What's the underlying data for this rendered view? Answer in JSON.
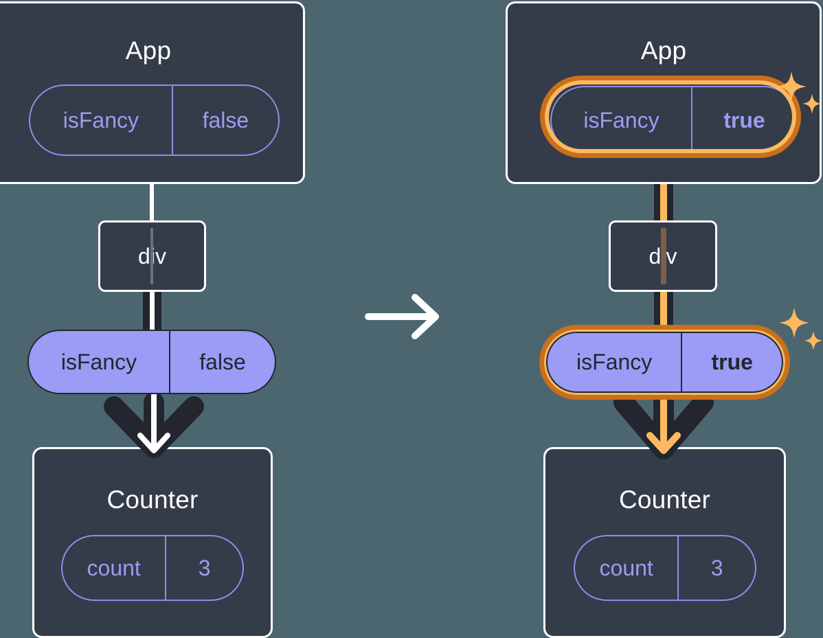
{
  "diagram": {
    "title": "React state update: App isFancy false to true propagating to Counter",
    "transition_icon": "right-arrow-icon",
    "colors": {
      "page_background": "#4c6670",
      "box_fill": "#343b49",
      "box_border": "#ffffff",
      "pill_outline_stroke": "#8b8fe8",
      "pill_outline_text": "#9a9ef0",
      "pill_filled_fill": "#9a9cf5",
      "pill_filled_text": "#23272f",
      "connector_dark": "#23262f",
      "connector_white": "#ffffff",
      "highlight_outer": "#c9701a",
      "highlight_inner": "#fcb960",
      "sparkle": "#fcb960"
    }
  },
  "before": {
    "app": {
      "title": "App",
      "state": {
        "key": "isFancy",
        "value": "false"
      }
    },
    "div": {
      "label": "div"
    },
    "prop": {
      "key": "isFancy",
      "value": "false"
    },
    "counter": {
      "title": "Counter",
      "state": {
        "key": "count",
        "value": "3"
      }
    }
  },
  "after": {
    "app": {
      "title": "App",
      "state": {
        "key": "isFancy",
        "value": "true",
        "highlighted": true
      }
    },
    "div": {
      "label": "div"
    },
    "prop": {
      "key": "isFancy",
      "value": "true",
      "highlighted": true
    },
    "counter": {
      "title": "Counter",
      "state": {
        "key": "count",
        "value": "3"
      }
    }
  }
}
